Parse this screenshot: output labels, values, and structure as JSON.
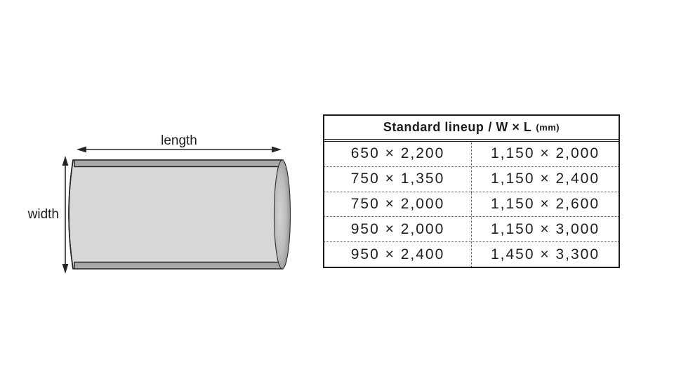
{
  "diagram": {
    "length_label": "length",
    "width_label": "width",
    "colors": {
      "body": "#d7d7d7",
      "strip": "#a8a8a8",
      "cap_light": "#d0d0d0",
      "cap_dark": "#6a6a6a",
      "outline": "#1f1f1f",
      "arrow": "#262626"
    }
  },
  "table": {
    "header": {
      "title": "Standard lineup",
      "dims": "/ W × L",
      "unit": "(mm)"
    },
    "rows": [
      [
        "650 × 2,200",
        "1,150 × 2,000"
      ],
      [
        "750 × 1,350",
        "1,150 × 2,400"
      ],
      [
        "750 × 2,000",
        "1,150 × 2,600"
      ],
      [
        "950 × 2,000",
        "1,150 × 3,000"
      ],
      [
        "950 × 2,400",
        "1,450 × 3,300"
      ]
    ]
  }
}
